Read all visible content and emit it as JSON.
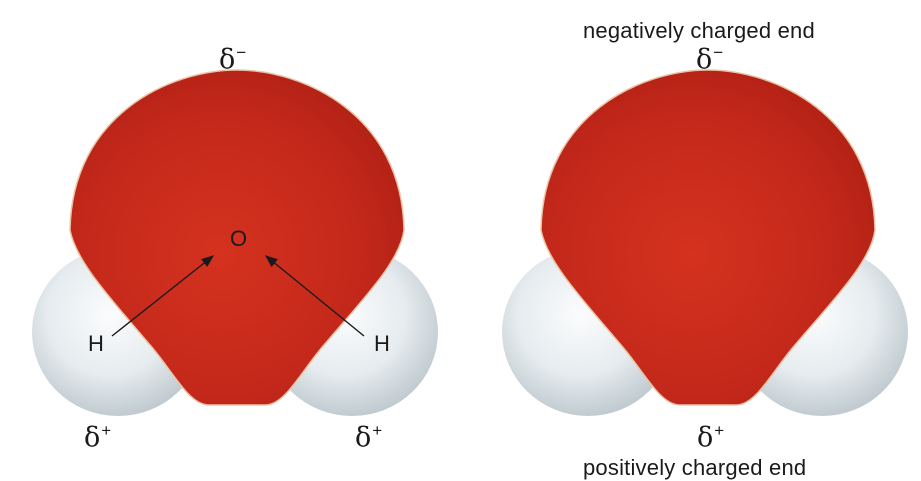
{
  "left_molecule": {
    "top_partial": {
      "symbol": "δ",
      "sign": "−"
    },
    "oxygen_label": "O",
    "hydrogen_left_label": "H",
    "hydrogen_right_label": "H",
    "bottom_left_partial": {
      "symbol": "δ",
      "sign": "+"
    },
    "bottom_right_partial": {
      "symbol": "δ",
      "sign": "+"
    }
  },
  "right_molecule": {
    "negative_end_label": "negatively charged end",
    "top_partial": {
      "symbol": "δ",
      "sign": "−"
    },
    "bottom_partial": {
      "symbol": "δ",
      "sign": "+"
    },
    "positive_end_label": "positively charged end"
  },
  "colors": {
    "oxygen_red": "#c0281b",
    "hydrogen_white": "#e4eaed",
    "label_text": "#1a1a1a"
  }
}
